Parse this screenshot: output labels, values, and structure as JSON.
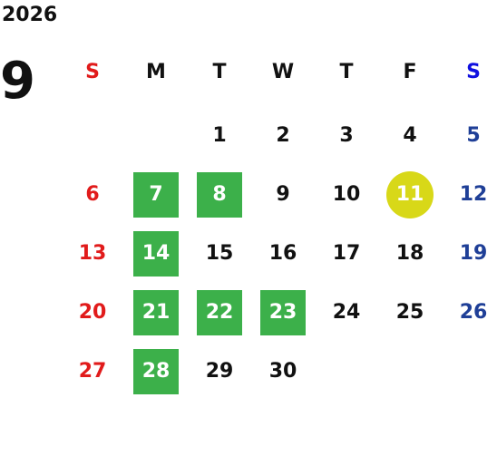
{
  "calendar": {
    "year": "2026",
    "month": "9",
    "weekday_headers": [
      "S",
      "M",
      "T",
      "W",
      "T",
      "F",
      "S"
    ],
    "weeks": [
      [
        {
          "day": ""
        },
        {
          "day": ""
        },
        {
          "day": "1"
        },
        {
          "day": "2"
        },
        {
          "day": "3"
        },
        {
          "day": "4"
        },
        {
          "day": "5"
        }
      ],
      [
        {
          "day": "6"
        },
        {
          "day": "7",
          "highlight": "green"
        },
        {
          "day": "8",
          "highlight": "green"
        },
        {
          "day": "9"
        },
        {
          "day": "10"
        },
        {
          "day": "11",
          "highlight": "circle"
        },
        {
          "day": "12"
        }
      ],
      [
        {
          "day": "13"
        },
        {
          "day": "14",
          "highlight": "green"
        },
        {
          "day": "15"
        },
        {
          "day": "16"
        },
        {
          "day": "17"
        },
        {
          "day": "18"
        },
        {
          "day": "19"
        }
      ],
      [
        {
          "day": "20"
        },
        {
          "day": "21",
          "highlight": "green"
        },
        {
          "day": "22",
          "highlight": "green"
        },
        {
          "day": "23",
          "highlight": "green"
        },
        {
          "day": "24"
        },
        {
          "day": "25"
        },
        {
          "day": "26"
        }
      ],
      [
        {
          "day": "27"
        },
        {
          "day": "28",
          "highlight": "green"
        },
        {
          "day": "29"
        },
        {
          "day": "30"
        },
        {
          "day": ""
        },
        {
          "day": ""
        },
        {
          "day": ""
        }
      ]
    ],
    "colors": {
      "sunday": "#e11b1b",
      "saturday": "#1f3f97",
      "saturday_header": "#1010e0",
      "green_highlight": "#3cb04a",
      "circle_highlight": "#d8d818"
    }
  }
}
